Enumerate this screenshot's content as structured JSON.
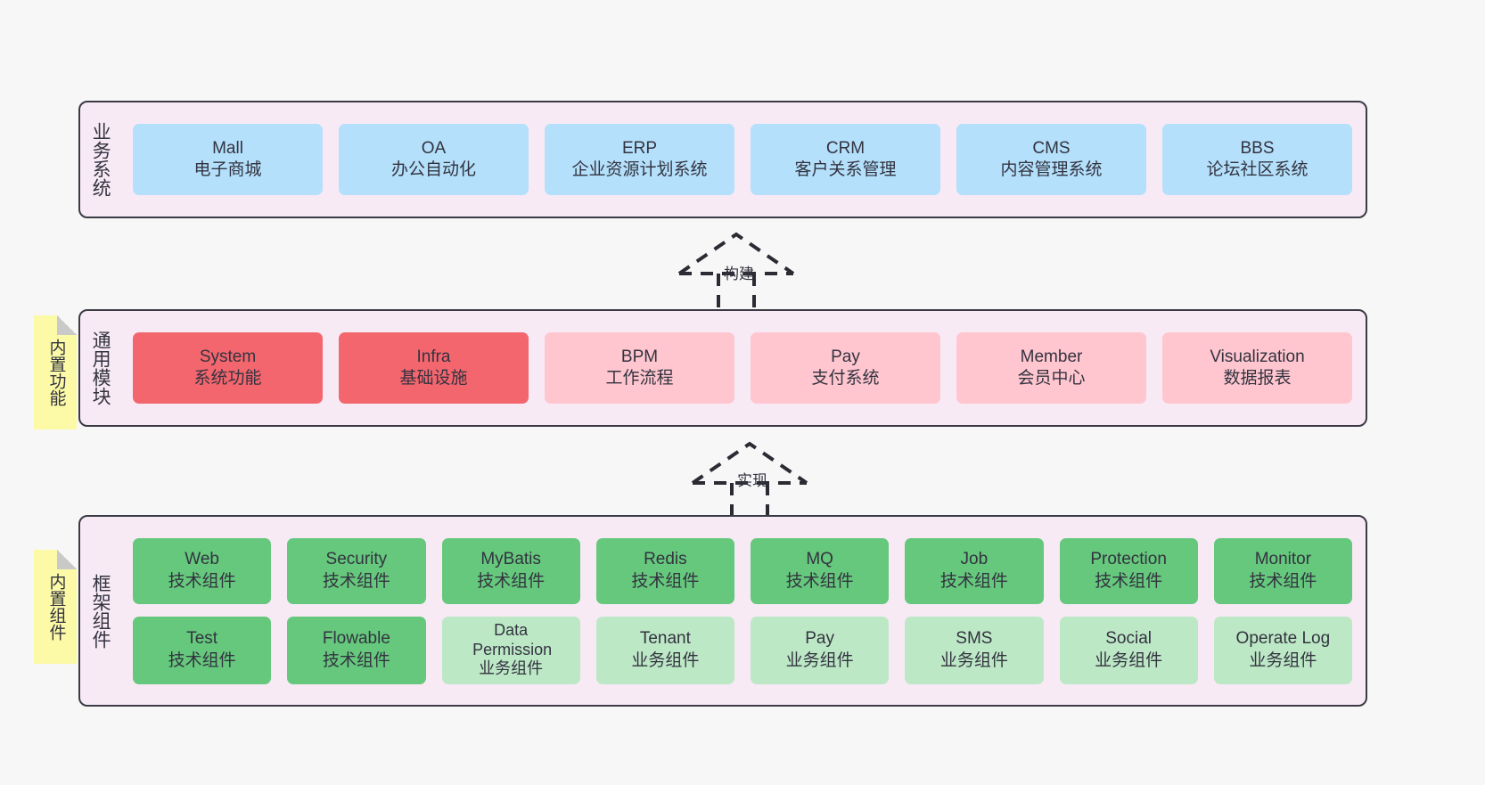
{
  "sections": [
    {
      "id": "business-systems",
      "title": "业务系统",
      "cards": [
        {
          "name": "Mall",
          "sub": "电子商城",
          "color": "#b4e0fb"
        },
        {
          "name": "OA",
          "sub": "办公自动化",
          "color": "#b4e0fb"
        },
        {
          "name": "ERP",
          "sub": "企业资源计划系统",
          "color": "#b4e0fb"
        },
        {
          "name": "CRM",
          "sub": "客户关系管理",
          "color": "#b4e0fb"
        },
        {
          "name": "CMS",
          "sub": "内容管理系统",
          "color": "#b4e0fb"
        },
        {
          "name": "BBS",
          "sub": "论坛社区系统",
          "color": "#b4e0fb"
        }
      ]
    },
    {
      "id": "common-modules",
      "title": "通用模块",
      "note": "内置功能",
      "cards": [
        {
          "name": "System",
          "sub": "系统功能",
          "color": "#f4666e"
        },
        {
          "name": "Infra",
          "sub": "基础设施",
          "color": "#f4666e"
        },
        {
          "name": "BPM",
          "sub": "工作流程",
          "color": "#ffc6cf"
        },
        {
          "name": "Pay",
          "sub": "支付系统",
          "color": "#ffc6cf"
        },
        {
          "name": "Member",
          "sub": "会员中心",
          "color": "#ffc6cf"
        },
        {
          "name": "Visualization",
          "sub": "数据报表",
          "color": "#ffc6cf"
        }
      ]
    },
    {
      "id": "framework-components",
      "title": "框架组件",
      "note": "内置组件",
      "row1": [
        {
          "name": "Web",
          "sub": "技术组件",
          "color": "#65c87c"
        },
        {
          "name": "Security",
          "sub": "技术组件",
          "color": "#65c87c"
        },
        {
          "name": "MyBatis",
          "sub": "技术组件",
          "color": "#65c87c"
        },
        {
          "name": "Redis",
          "sub": "技术组件",
          "color": "#65c87c"
        },
        {
          "name": "MQ",
          "sub": "技术组件",
          "color": "#65c87c"
        },
        {
          "name": "Job",
          "sub": "技术组件",
          "color": "#65c87c"
        },
        {
          "name": "Protection",
          "sub": "技术组件",
          "color": "#65c87c"
        },
        {
          "name": "Monitor",
          "sub": "技术组件",
          "color": "#65c87c"
        }
      ],
      "row2": [
        {
          "name": "Test",
          "sub": "技术组件",
          "color": "#65c87c"
        },
        {
          "name": "Flowable",
          "sub": "技术组件",
          "color": "#65c87c"
        },
        {
          "name": "Data Permission",
          "sub": "业务组件",
          "color": "#bde8c6"
        },
        {
          "name": "Tenant",
          "sub": "业务组件",
          "color": "#bde8c6"
        },
        {
          "name": "Pay",
          "sub": "业务组件",
          "color": "#bde8c6"
        },
        {
          "name": "SMS",
          "sub": "业务组件",
          "color": "#bde8c6"
        },
        {
          "name": "Social",
          "sub": "业务组件",
          "color": "#bde8c6"
        },
        {
          "name": "Operate Log",
          "sub": "业务组件",
          "color": "#bde8c6"
        }
      ]
    }
  ],
  "connectors": [
    {
      "id": "build",
      "label": "构建"
    },
    {
      "id": "implement",
      "label": "实现"
    }
  ],
  "colors": {
    "panel_background": "#f7eaf5",
    "panel_border": "#3b3b45",
    "note_background": "#fcfaa6",
    "note_fold": "#c9c9c9",
    "page_background": "#f7f7f7",
    "text": "#333340",
    "blue": "#b4e0fb",
    "red": "#f4666e",
    "pink": "#ffc6cf",
    "green": "#65c87c",
    "light_green": "#bde8c6"
  }
}
